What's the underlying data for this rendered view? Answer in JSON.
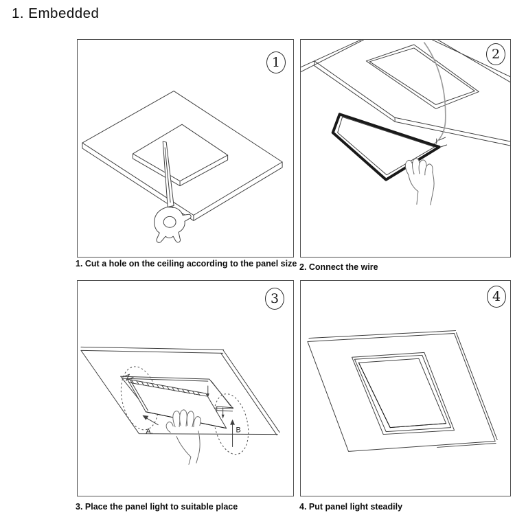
{
  "title": "1. Embedded",
  "colors": {
    "line": "#3f3f3f",
    "frame_dark": "#191919",
    "wire": "#9b9b9b",
    "wire_tip_green": "#6f9231",
    "panel_border": "#4f4f4f",
    "text": "#0c0c0c"
  },
  "panels": [
    {
      "number": "1",
      "caption": "1. Cut a hole on the ceiling according to the panel size",
      "illustration": "ceiling-tile-with-cut-square-and-keyhole-saw"
    },
    {
      "number": "2",
      "caption": "2. Connect the wire",
      "illustration": "panel-light-under-ceiling-hole-with-wire-and-hand"
    },
    {
      "number": "3",
      "caption": "3. Place the panel light to suitable place",
      "illustration": "tilted-panel-entering-ceiling-hole-with-direction-arrows",
      "labels": {
        "a": "A.",
        "b": "B"
      }
    },
    {
      "number": "4",
      "caption": "4. Put panel light steadily",
      "illustration": "panel-light-installed-flush-in-ceiling"
    }
  ]
}
